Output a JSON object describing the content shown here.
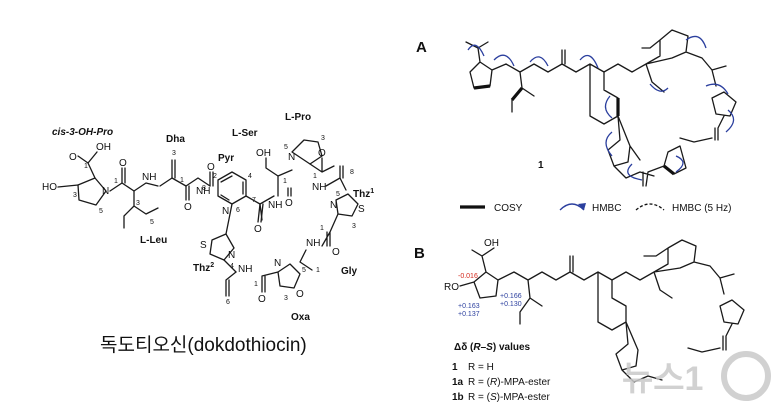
{
  "figure": {
    "compound_caption": "독도티오신(dokdothiocin)",
    "residues": {
      "cis_hyp": "cis-3-OH-Pro",
      "dha": "Dha",
      "l_ser": "L-Ser",
      "l_pro": "L-Pro",
      "pyr": "Pyr",
      "thz1": "Thz",
      "thz1_sup": "1",
      "thz2": "Thz",
      "thz2_sup": "2",
      "l_leu": "L-Leu",
      "gly": "Gly",
      "oxa": "Oxa"
    },
    "atoms": {
      "oh_top": "OH",
      "ho_left": "HO",
      "o": "O",
      "nh": "NH",
      "n": "N",
      "s": "S",
      "h": "H",
      "oh": "OH"
    },
    "atom_numbers": [
      "1",
      "2",
      "3",
      "4",
      "5",
      "6",
      "7",
      "8"
    ]
  },
  "panel_a": {
    "label": "A",
    "compound_number": "1",
    "legend": {
      "cosy": "COSY",
      "hmbc": "HMBC",
      "hmbc_5hz": "HMBC (5 Hz)"
    }
  },
  "panel_b": {
    "label": "B",
    "ro": "RO",
    "shifts": {
      "red": "-0.016",
      "blue_1": "+0.166",
      "blue_2": "+0.130",
      "blue_3": "+0.163",
      "blue_4": "+0.137"
    },
    "delta_title_prefix": "Δδ (",
    "delta_title_r": "R",
    "delta_title_mid": "–",
    "delta_title_s": "S",
    "delta_title_suffix": ") values",
    "entries": [
      {
        "id": "1",
        "def": "R = H"
      },
      {
        "id": "1a",
        "def_prefix": "R = (",
        "config": "R",
        "def_suffix": ")-MPA-ester"
      },
      {
        "id": "1b",
        "def_prefix": "R = (",
        "config": "S",
        "def_suffix": ")-MPA-ester"
      }
    ]
  },
  "colors": {
    "hmbc_arrow": "#2b3f9e",
    "shift_negative": "#d42a1e",
    "shift_positive": "#2b3f9e",
    "watermark": "#c9c9c9"
  },
  "watermark": {
    "text": "뉴스1",
    "icon": "news1-logo-icon"
  }
}
